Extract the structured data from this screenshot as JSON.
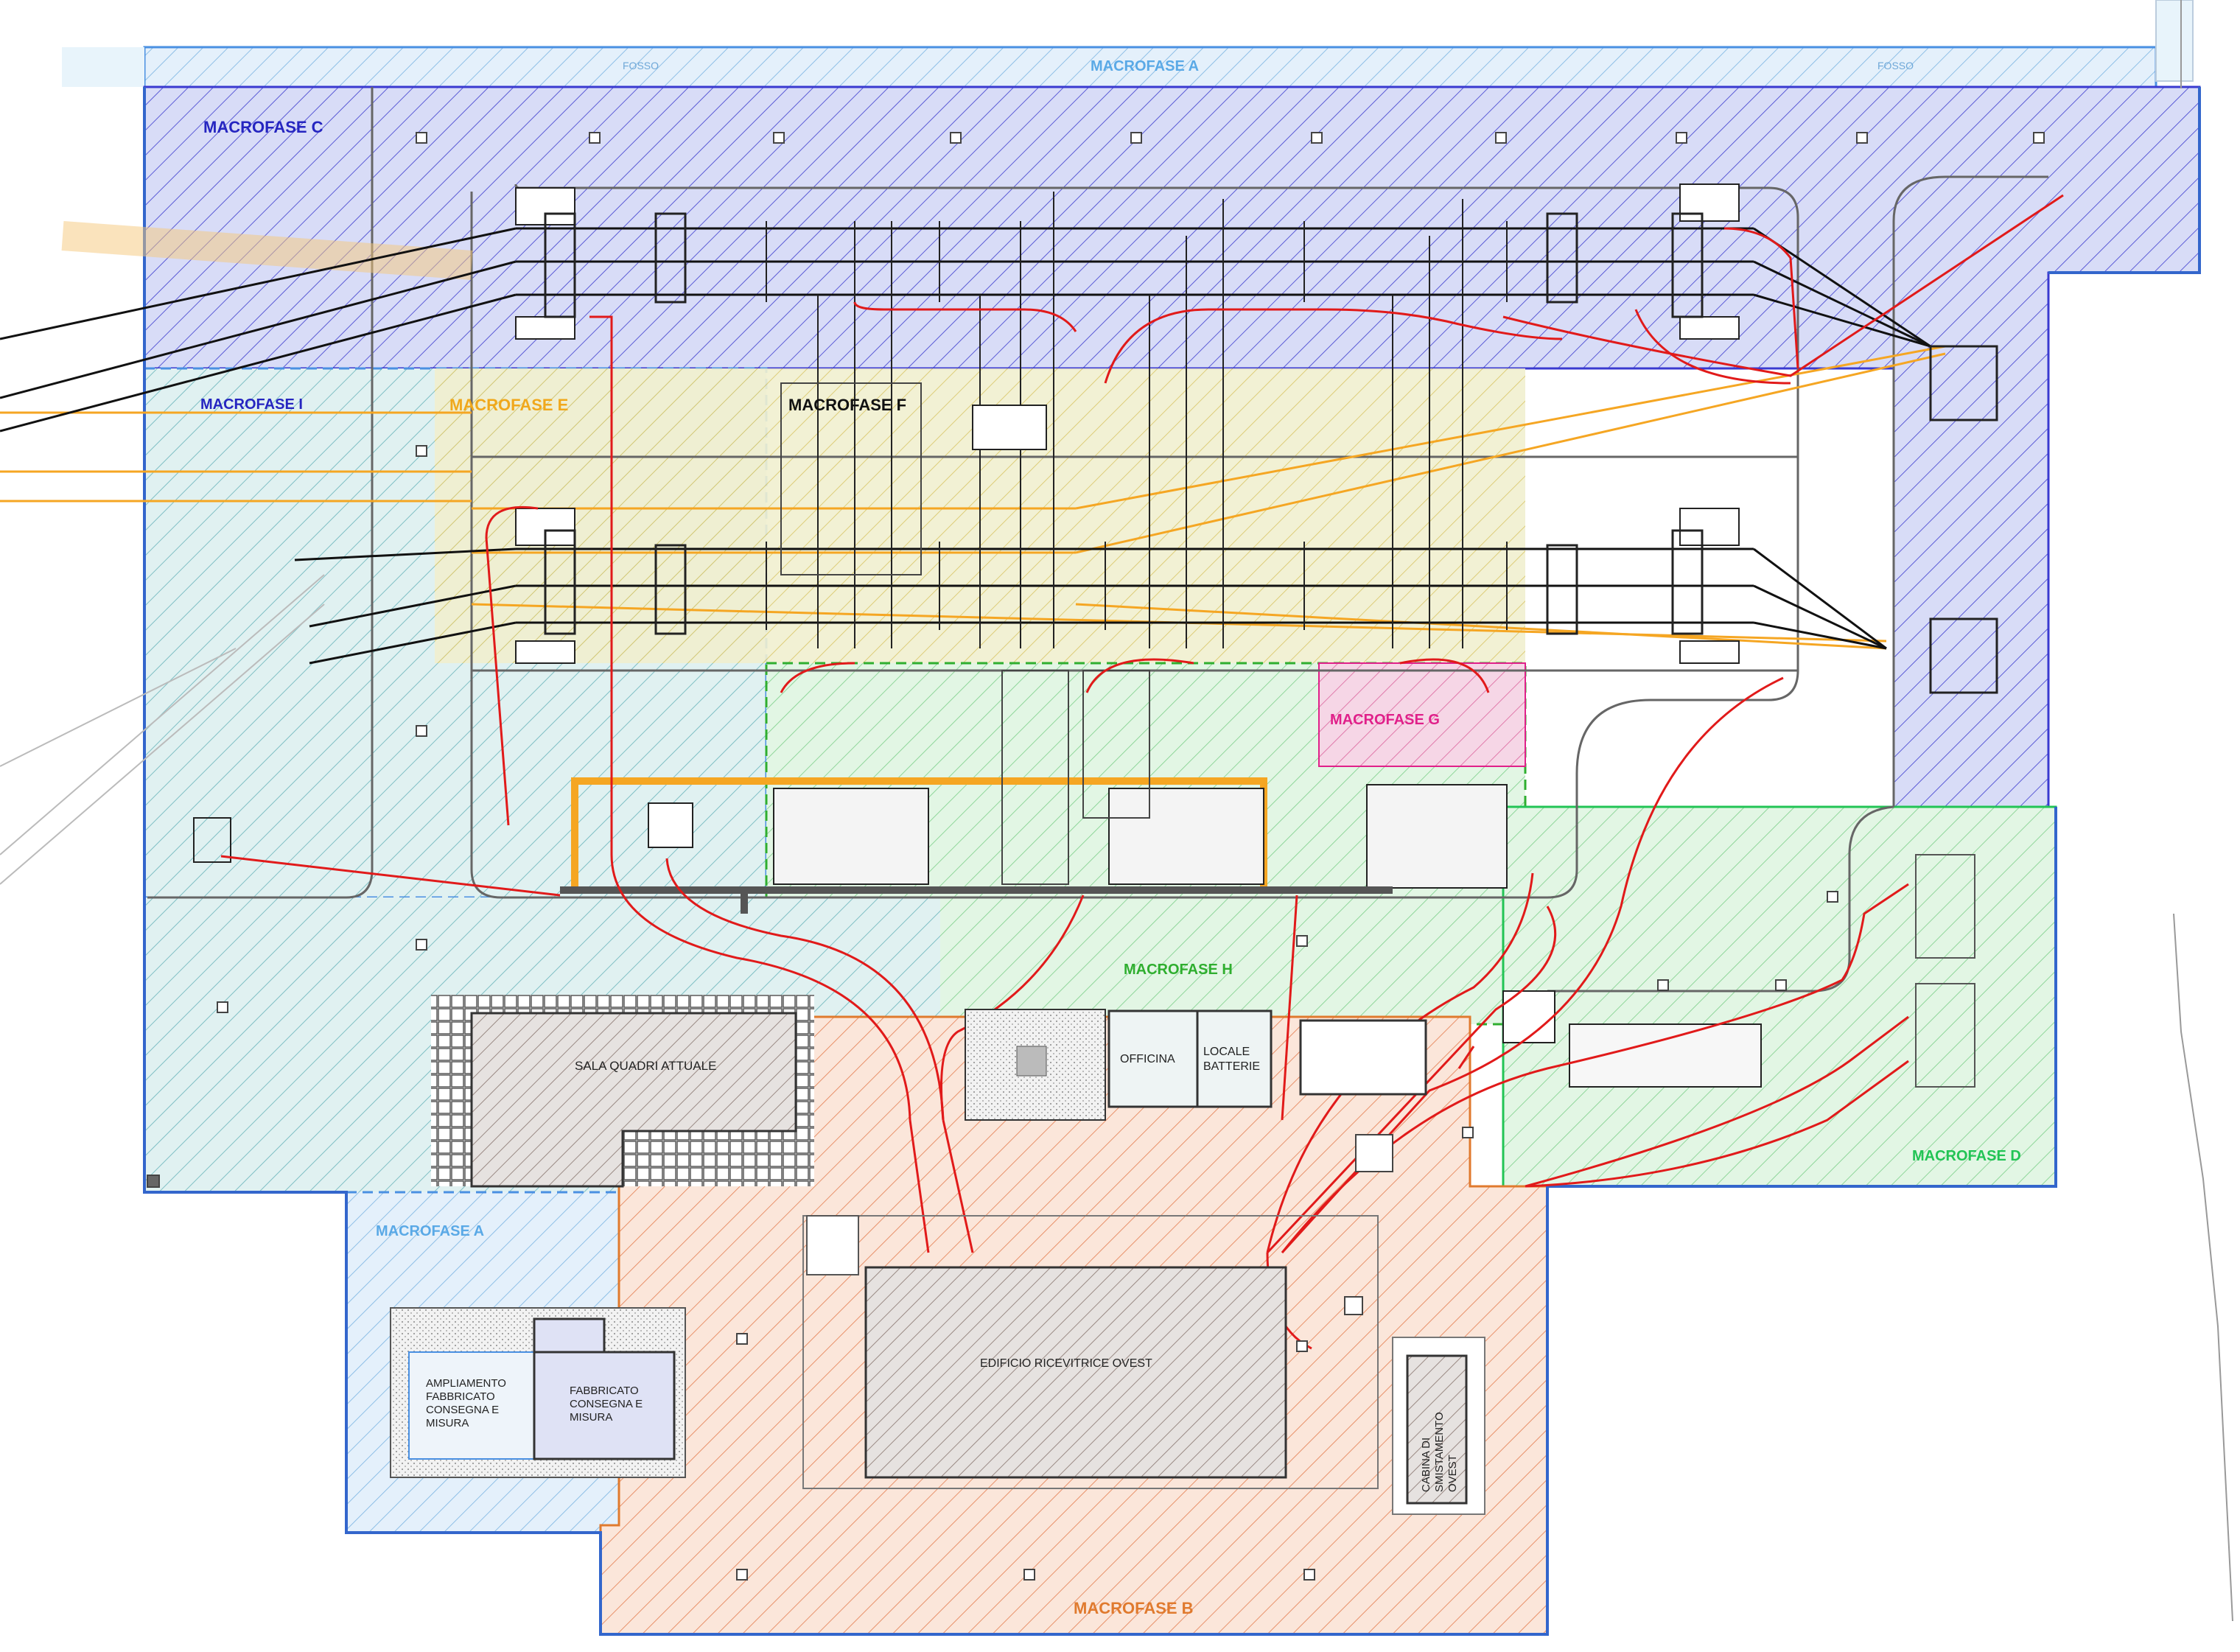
{
  "labels": {
    "fosso_left": "FOSSO",
    "fosso_right": "FOSSO",
    "macro_a_top": "MACROFASE A",
    "macro_a_bottom": "MACROFASE A",
    "macro_b": "MACROFASE B",
    "macro_c": "MACROFASE C",
    "macro_d": "MACROFASE D",
    "macro_e": "MACROFASE E",
    "macro_f": "MACROFASE F",
    "macro_g": "MACROFASE G",
    "macro_h": "MACROFASE H",
    "macro_i": "MACROFASE I"
  },
  "rooms": {
    "sala_quadri": "SALA QUADRI ATTUALE",
    "officina": "OFFICINA",
    "locale_batterie_1": "LOCALE",
    "locale_batterie_2": "BATTERIE",
    "edificio": "EDIFICIO RICEVITRICE OVEST",
    "cabina_1": "CABINA DI",
    "cabina_2": "SMISTAMENTO",
    "cabina_3": "OVEST",
    "ampliamento_1": "AMPLIAMENTO",
    "ampliamento_2": "FABBRICATO",
    "ampliamento_3": "CONSEGNA E",
    "ampliamento_4": "MISURA",
    "fabbricato_1": "FABBRICATO",
    "fabbricato_2": "CONSEGNA E",
    "fabbricato_3": "MISURA"
  },
  "colors": {
    "macro_a": "#5aa9e6",
    "macro_b": "#e07a2e",
    "macro_c": "#3a3ad0",
    "macro_d": "#22c455",
    "macro_e": "#f0a81c",
    "macro_f": "#111111",
    "macro_g": "#e0208a",
    "macro_h": "#2fae2f",
    "macro_i": "#2929c9",
    "cable_red": "#e11a1a",
    "cable_orange": "#f5a623",
    "structure": "#555555"
  }
}
